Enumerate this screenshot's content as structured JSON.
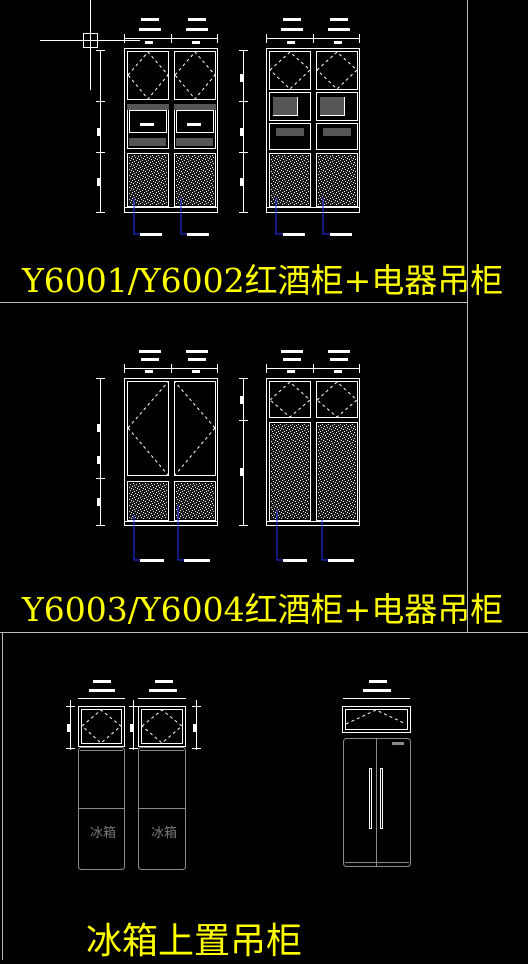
{
  "sections": [
    {
      "title": "Y6001/Y6002红酒柜+电器吊柜"
    },
    {
      "title": "Y6003/Y6004红酒柜+电器吊柜"
    },
    {
      "title": "冰箱上置吊柜"
    }
  ],
  "fridge_labels": [
    "冰箱",
    "冰箱"
  ],
  "colors": {
    "background": "#000000",
    "line": "#ffffff",
    "title": "#ffff00",
    "leader": "#2233ff",
    "divider": "#bbbbbb",
    "fridge": "#8a8a8a"
  }
}
